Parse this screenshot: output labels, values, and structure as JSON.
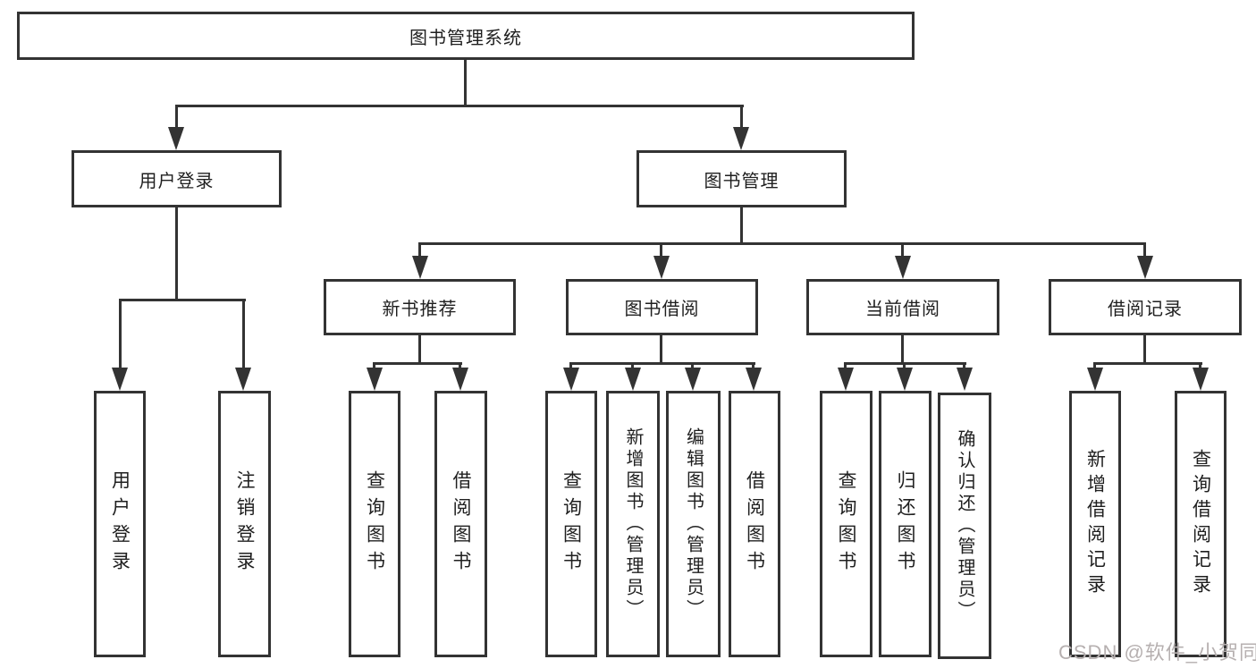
{
  "watermark": "CSDN @软件_小贺同学",
  "line_color": "#333333",
  "tree": {
    "label": "图书管理系统",
    "children": [
      {
        "label": "用户登录",
        "children": [
          {
            "label": "用户登录"
          },
          {
            "label": "注销登录"
          }
        ]
      },
      {
        "label": "图书管理",
        "children": [
          {
            "label": "新书推荐",
            "children": [
              {
                "label": "查询图书"
              },
              {
                "label": "借阅图书"
              }
            ]
          },
          {
            "label": "图书借阅",
            "children": [
              {
                "label": "查询图书"
              },
              {
                "label": "新增图书（管理员）"
              },
              {
                "label": "编辑图书（管理员）"
              },
              {
                "label": "借阅图书"
              }
            ]
          },
          {
            "label": "当前借阅",
            "children": [
              {
                "label": "查询图书"
              },
              {
                "label": "归还图书"
              },
              {
                "label": "确认归还（管理员）"
              }
            ]
          },
          {
            "label": "借阅记录",
            "children": [
              {
                "label": "新增借阅记录"
              },
              {
                "label": "查询借阅记录"
              }
            ]
          }
        ]
      }
    ]
  }
}
